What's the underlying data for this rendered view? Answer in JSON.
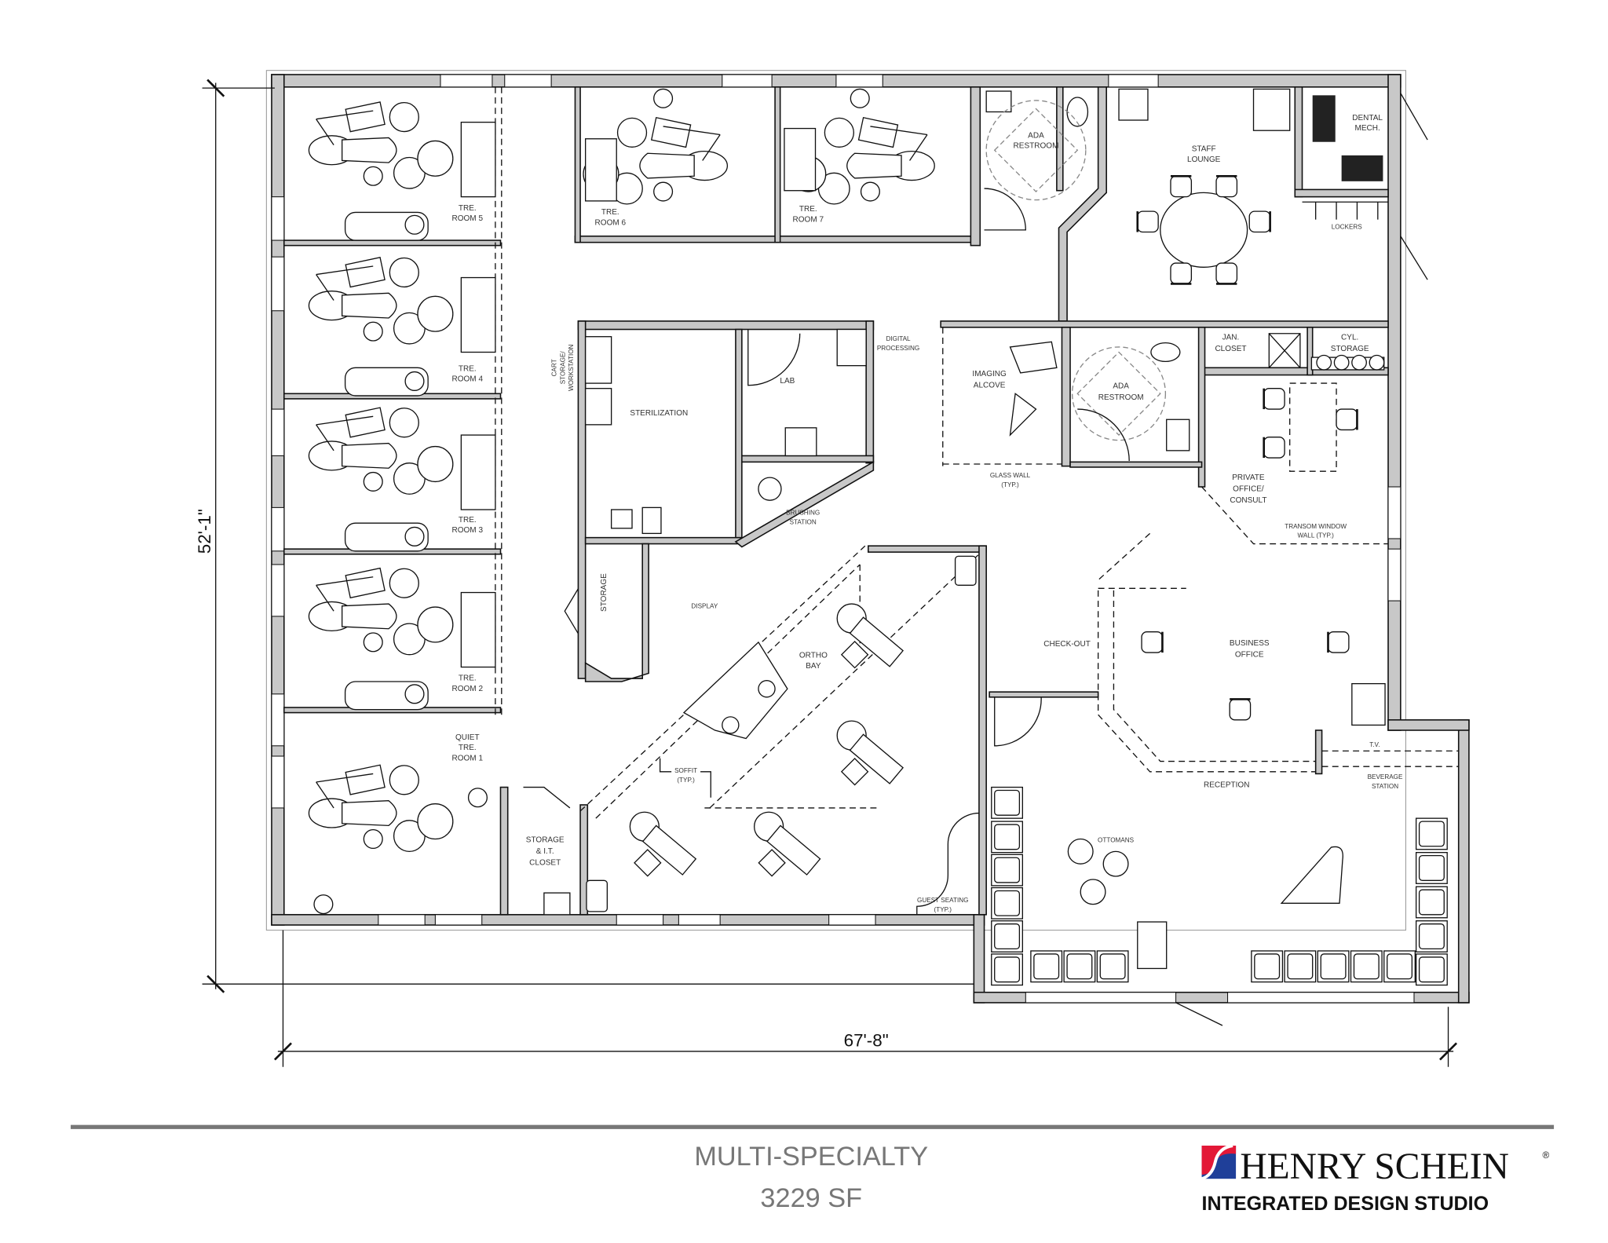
{
  "rooms": {
    "tre_room_5": [
      "TRE.",
      "ROOM 5"
    ],
    "tre_room_4": [
      "TRE.",
      "ROOM 4"
    ],
    "tre_room_3": [
      "TRE.",
      "ROOM 3"
    ],
    "tre_room_2": [
      "TRE.",
      "ROOM 2"
    ],
    "quiet_tre_room_1": [
      "QUIET",
      "TRE.",
      "ROOM 1"
    ],
    "tre_room_6": [
      "TRE.",
      "ROOM 6"
    ],
    "tre_room_7": [
      "TRE.",
      "ROOM 7"
    ],
    "ada_restroom_upper": [
      "ADA",
      "RESTROOM"
    ],
    "staff_lounge": [
      "STAFF",
      "LOUNGE"
    ],
    "dental_mech": [
      "DENTAL",
      "MECH."
    ],
    "lockers": "LOCKERS",
    "cart_storage": [
      "CART",
      "STORAGE/",
      "WORKSTATION"
    ],
    "digital_processing": [
      "DIGITAL",
      "PROCESSING"
    ],
    "sterilization": "STERILIZATION",
    "lab": "LAB",
    "imaging_alcove": [
      "IMAGING",
      "ALCOVE"
    ],
    "ada_restroom_lower": [
      "ADA",
      "RESTROOM"
    ],
    "jan_closet": [
      "JAN.",
      "CLOSET"
    ],
    "cyl_storage": [
      "CYL.",
      "STORAGE"
    ],
    "private_office": [
      "PRIVATE",
      "OFFICE/",
      "CONSULT"
    ],
    "transom_window": [
      "TRANSOM WINDOW",
      "WALL (TYP.)"
    ],
    "glass_wall": [
      "GLASS WALL",
      "(TYP.)"
    ],
    "brushing_station": [
      "BRUSHING",
      "STATION"
    ],
    "storage": "STORAGE",
    "display": "DISPLAY",
    "ortho_bay": [
      "ORTHO",
      "BAY"
    ],
    "check_out": "CHECK-OUT",
    "business_office": [
      "BUSINESS",
      "OFFICE"
    ],
    "tv": "T.V.",
    "beverage_station": [
      "BEVERAGE",
      "STATION"
    ],
    "reception": "RECEPTION",
    "soffit": [
      "SOFFIT",
      "(TYP.)"
    ],
    "ottomans": "OTTOMANS",
    "storage_it_closet": [
      "STORAGE",
      "& I.T.",
      "CLOSET"
    ],
    "guest_seating": [
      "GUEST SEATING",
      "(TYP.)"
    ]
  },
  "dimensions": {
    "height": "52'-1\"",
    "width": "67'-8\""
  },
  "footer": {
    "title": "MULTI-SPECIALTY",
    "area": "3229 SF",
    "brand": "HENRY SCHEIN",
    "registered": "®",
    "studio": "INTEGRATED DESIGN STUDIO"
  },
  "colors": {
    "wall_fill": "#c8c8c8",
    "logo_red": "#e31837",
    "logo_blue": "#1f3f99",
    "footer_rule": "#777777"
  }
}
